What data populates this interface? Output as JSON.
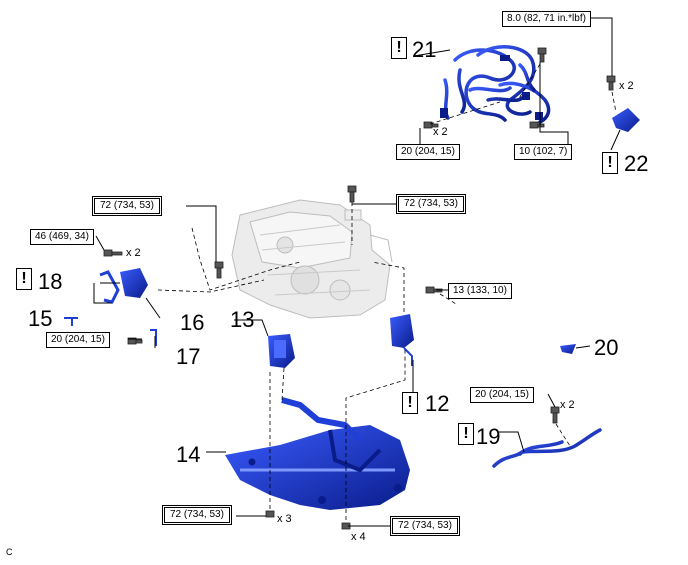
{
  "torque_specs": {
    "t22": "8.0 (82, 71 in.*lbf)",
    "t21a": "20 (204, 15)",
    "t21b": "10 (102, 7)",
    "t_left_mount": "72 (734, 53)",
    "t_top_mount": "72 (734, 53)",
    "t18": "46 (469, 34)",
    "t12": "13 (133, 10)",
    "t17": "20 (204, 15)",
    "t19": "20 (204, 15)",
    "t14a": "72 (734, 53)",
    "t14b": "72 (734, 53)"
  },
  "part_numbers": {
    "p12": "12",
    "p13": "13",
    "p14": "14",
    "p15": "15",
    "p16": "16",
    "p17": "17",
    "p18": "18",
    "p19": "19",
    "p20": "20",
    "p21": "21",
    "p22": "22"
  },
  "quantities": {
    "q22": "x 2",
    "q21": "x 2",
    "q18": "x 2",
    "q19": "x 2",
    "q14a": "x 3",
    "q14b": "x 4"
  },
  "warning_symbol": "!",
  "corner_code": "C",
  "colors": {
    "part_blue": "#1f3fd6",
    "part_dark": "#0a1c8a",
    "engine_gray": "#d9d9d9",
    "leader": "#000000"
  }
}
